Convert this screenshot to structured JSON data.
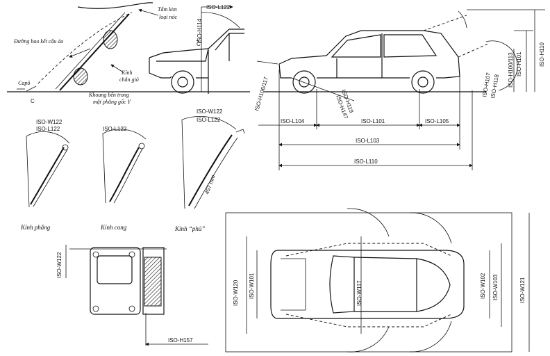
{
  "labels": {
    "tam_kim_loai_noc": [
      "Tấm kim",
      "loại nóc"
    ],
    "duong_bao": "Đường bao kết cấu ảo",
    "capo": "Capô",
    "kinh_chan_gio": [
      "Kính",
      "chắn gió"
    ],
    "khoang_ben_trong": [
      "Khoang bên trong",
      "mặt phẳng gốc Y"
    ],
    "c_upper": "C",
    "c_lower": "C",
    "kinh_phang": "Kính phẳng",
    "kinh_cong": "Kính cong",
    "kinh_phu": "Kính “phủ”",
    "mm457": "457 mm"
  },
  "dims": {
    "L122_top": "ISO-L122",
    "H114": "ISO-H114",
    "H106_117": "ISO-H106/117",
    "H119": "ISO-H119",
    "H147": "ISO-H147",
    "H107": "ISO-H107",
    "H118": "ISO-H118",
    "H100_113": "ISO-H100/113",
    "H101": "ISO-H101",
    "H110": "ISO-H110",
    "L104": "ISO-L104",
    "L101": "ISO-L101",
    "L105": "ISO-L105",
    "L103": "ISO-L103",
    "L110": "ISO-L110",
    "W122_a": "ISO-W122",
    "L122_a": "ISO-L122",
    "L122_b": "ISO-L122",
    "W122_c": "ISO-W122",
    "L122_c": "ISO-L122",
    "W122_d": "ISO-W122",
    "H157": "ISO-H157",
    "W120": "ISO-W120",
    "W101": "ISO-W101",
    "W117": "ISO-W117",
    "W102": "ISO-W102",
    "W103": "ISO-W103",
    "W121": "ISO-W121"
  }
}
